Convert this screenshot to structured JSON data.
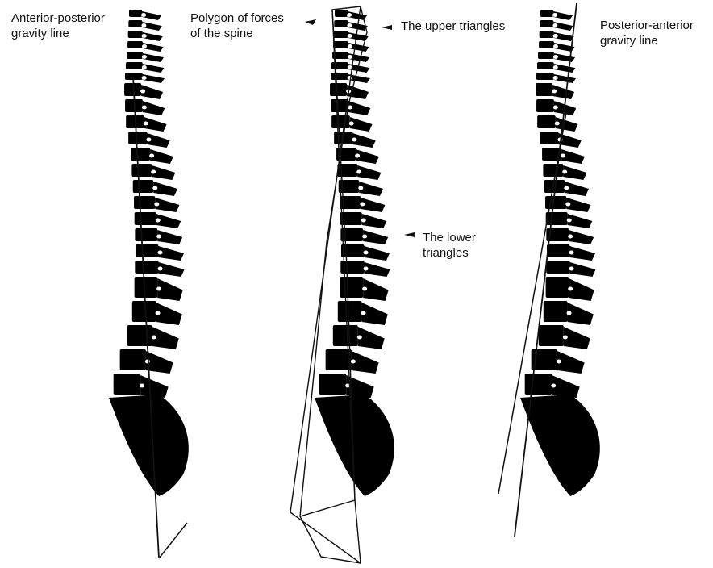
{
  "labels": {
    "anterior_posterior": "Anterior-posterior\ngravity line",
    "polygon_of_forces": "Polygon of forces\nof the spine",
    "upper_triangles": "The upper triangles",
    "lower_triangles": "The lower\ntriangles",
    "posterior_anterior": "Posterior-anterior\ngravity line"
  },
  "colors": {
    "bone": "#000000",
    "disc": "#ffffff",
    "line": "#111111",
    "background": "#ffffff"
  }
}
